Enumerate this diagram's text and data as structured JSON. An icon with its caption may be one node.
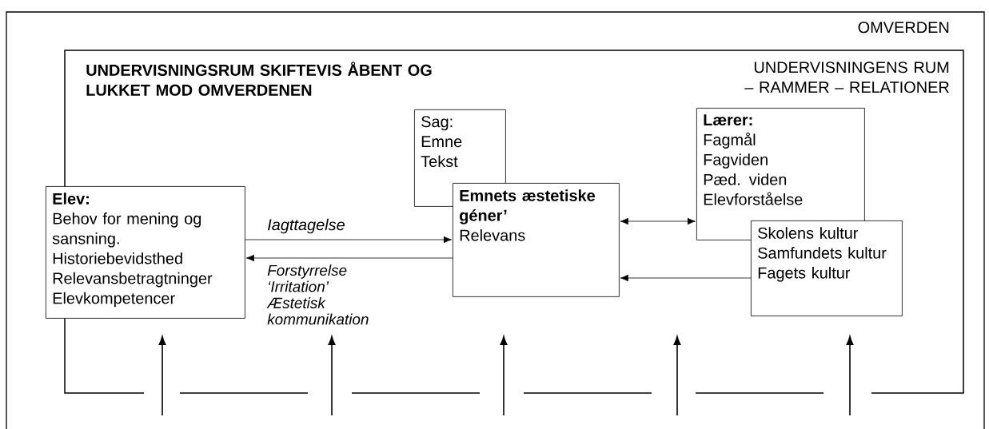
{
  "diagram": {
    "nodes": [
      {
        "text": [
          "OMVERDEN"
        ]
      },
      {
        "text": [
          "UNDERVISNINGSRUM SKIFTEVIS ÅBENT OG LUKKET MOD OMVERDENEN",
          "UNDERVISNINGENS RUM – RAMMER – RELATIONER"
        ],
        "in": 0
      },
      {
        "text": [
          "Sag:",
          "Emne",
          "Tekst"
        ],
        "in": 1
      },
      {
        "text": [
          "Emnets æstetiske géner’",
          "Relevans"
        ],
        "in": 1
      },
      {
        "text": [
          "Elev:",
          "Behov for mening og sansning.",
          "Historiebevidsthed",
          "Relevansbetragtninger",
          "Elevkompetencer"
        ],
        "in": 0
      },
      {
        "text": [
          "Lærer:",
          "Fagmål",
          "Fagviden",
          "Pæd. viden",
          "Elevforståelse"
        ],
        "in": 1
      },
      {
        "text": [
          "Skolens kultur",
          "Samfundets kultur",
          "Fagets kultur"
        ],
        "in": 1
      }
    ],
    "edges": [
      {
        "from": 4,
        "to": 3,
        "arrow": "to",
        "label": "Iagttagelse"
      },
      {
        "from": 3,
        "to": 4,
        "arrow": "to",
        "label": "Forstyrrelse ‘Irritation’ Æstetisk kommunikation"
      },
      {
        "from": 3,
        "to": 5,
        "arrow": "both"
      },
      {
        "from": 6,
        "to": 3,
        "arrow": "to"
      }
    ]
  }
}
